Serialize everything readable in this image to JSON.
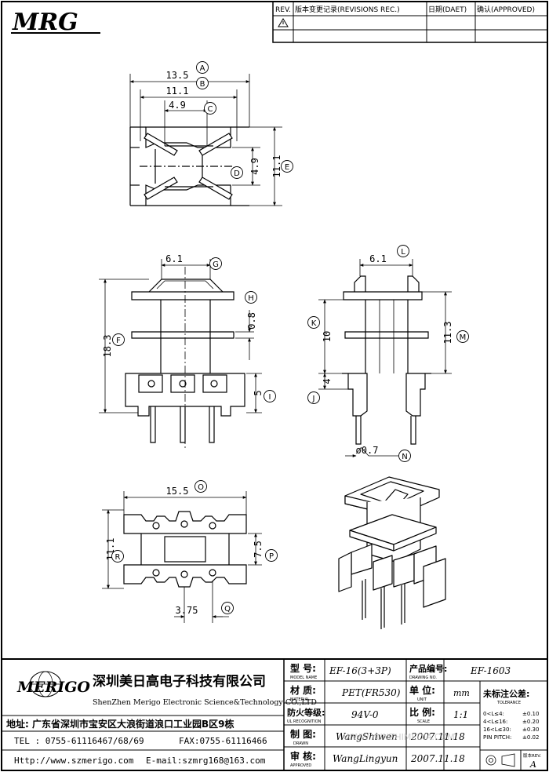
{
  "header": {
    "logo": "MRG",
    "rev_label": "REV.",
    "revisions_label": "版本变更记录(REVISIONS REC.)",
    "date_label": "日期(DAET)",
    "approved_label": "确认(APPROVED)"
  },
  "dimensions": {
    "a_value": "13.5",
    "a_tag": "A",
    "b_value": "11.1",
    "b_tag": "B",
    "c_value": "4.9",
    "c_tag": "C",
    "d_value": "4.9",
    "d_tag": "D",
    "e_value": "11.1",
    "e_tag": "E",
    "g_value": "6.1",
    "g_tag": "G",
    "h_value": "0.8",
    "h_tag": "H",
    "f_value": "18.3",
    "f_tag": "F",
    "i_value": "5",
    "i_tag": "I",
    "l_value": "6.1",
    "l_tag": "L",
    "k_value": "10",
    "k_tag": "K",
    "m_value": "11.3",
    "m_tag": "M",
    "j_value": "4",
    "j_tag": "J",
    "n_value": "ø0.7",
    "n_tag": "N",
    "o_value": "15.5",
    "o_tag": "O",
    "r_value": "11.1",
    "r_tag": "R",
    "p_value": "7.5",
    "p_tag": "P",
    "q_value": "3.75",
    "q_tag": "Q"
  },
  "title_block": {
    "brand": "MERIGO",
    "company_cn": "深圳美日高电子科技有限公司",
    "company_en": "ShenZhen Merigo Electronic Science&Technology CO.,LTD",
    "address": "地址: 广东省深圳市宝安区大浪街道浪口工业园B区9栋",
    "tel": "TEL : 0755-61116467/68/69",
    "fax": "FAX:0755-61116466",
    "web": "Http://www.szmerigo.com",
    "email": "E-mail:szmrg168@163.com",
    "model_label": "型 号:",
    "model_label_en": "MODEL NAME",
    "model_value": "EF-16(3+3P)",
    "drawing_label": "产品编号:",
    "drawing_label_en": "DRAWING NO.",
    "drawing_value": "EF-1603",
    "material_label": "材 质:",
    "material_label_en": "MATERIAL",
    "material_value": "PET(FR530)",
    "unit_label": "单 位:",
    "unit_label_en": "UNIT",
    "unit_value": "mm",
    "fire_label": "防火等级:",
    "fire_label_en": "UL RECOGNITION",
    "fire_value": "94V-0",
    "scale_label": "比 例:",
    "scale_label_en": "SCALE",
    "scale_value": "1:1",
    "drawn_label": "制 图:",
    "drawn_label_en": "DRAWN",
    "drawn_value": "WangShiwen",
    "drawn_date": "2007.11.18",
    "approved_label": "审 核:",
    "approved_label_en": "APPROVED",
    "approved_value": "WangLingyun",
    "approved_date": "2007.11.18",
    "tolerance_title": "未标注公差:",
    "tolerance_en": "TOLERANCE",
    "tol_rows": [
      {
        "range": "0<L≤4:",
        "value": "±0.10"
      },
      {
        "range": "4<L≤16:",
        "value": "±0.20"
      },
      {
        "range": "16<L≤30:",
        "value": "±0.30"
      },
      {
        "range": "PIN PITCH:",
        "value": "±0.02"
      }
    ],
    "version_label": "版本REV.",
    "version_value": "A",
    "watermark": "WWW.YUNZHIMEDIA.COM"
  }
}
